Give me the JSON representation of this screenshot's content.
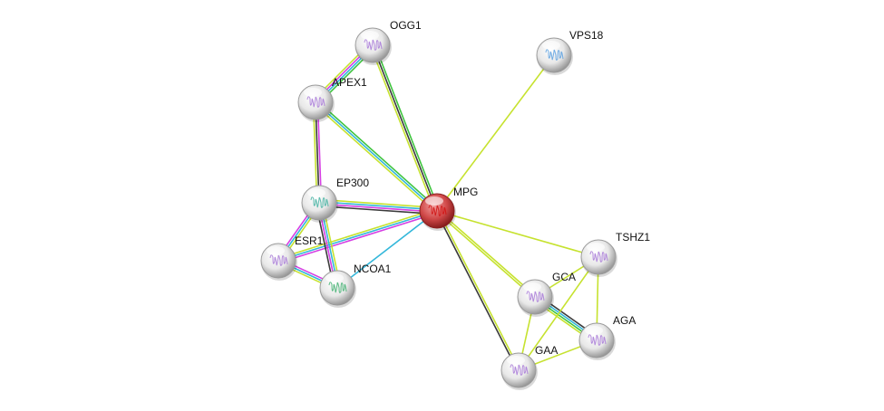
{
  "network": {
    "evidence_colors": {
      "textmining": "#c6e22f",
      "coexpression": "#3b3b3b",
      "experiments": "#d63fe3",
      "databases": "#33b7da",
      "neighborhood": "#3ec43e"
    },
    "nodes": [
      {
        "id": "OGG1",
        "label": "OGG1",
        "color": "#e6e6e6",
        "art": "#a879d8"
      },
      {
        "id": "VPS18",
        "label": "VPS18",
        "color": "#e6e6e6",
        "art": "#5aa0e0"
      },
      {
        "id": "APEX1",
        "label": "APEX1",
        "color": "#e6e6e6",
        "art": "#a879d8"
      },
      {
        "id": "EP300",
        "label": "EP300",
        "color": "#e6e6e6",
        "art": "#40b0a0"
      },
      {
        "id": "MPG",
        "label": "MPG",
        "color": "#c83a3a",
        "art": "#d01010",
        "query": true
      },
      {
        "id": "ESR1",
        "label": "ESR1",
        "color": "#e6e6e6",
        "art": "#a879d8"
      },
      {
        "id": "NCOA1",
        "label": "NCOA1",
        "color": "#e6e6e6",
        "art": "#40b070"
      },
      {
        "id": "TSHZ1",
        "label": "TSHZ1",
        "color": "#e6e6e6",
        "art": "#a879d8"
      },
      {
        "id": "GCA",
        "label": "GCA",
        "color": "#e6e6e6",
        "art": "#a879d8"
      },
      {
        "id": "AGA",
        "label": "AGA",
        "color": "#e6e6e6",
        "art": "#a879d8"
      },
      {
        "id": "GAA",
        "label": "GAA",
        "color": "#e6e6e6",
        "art": "#a879d8"
      }
    ],
    "edges": [
      {
        "from": "OGG1",
        "to": "APEX1",
        "evidence": [
          "neighborhood",
          "databases",
          "experiments",
          "textmining"
        ]
      },
      {
        "from": "OGG1",
        "to": "MPG",
        "evidence": [
          "neighborhood",
          "coexpression",
          "textmining"
        ]
      },
      {
        "from": "APEX1",
        "to": "MPG",
        "evidence": [
          "neighborhood",
          "databases",
          "textmining"
        ]
      },
      {
        "from": "APEX1",
        "to": "EP300",
        "evidence": [
          "experiments",
          "coexpression",
          "textmining"
        ]
      },
      {
        "from": "EP300",
        "to": "MPG",
        "evidence": [
          "textmining",
          "databases",
          "experiments",
          "coexpression"
        ]
      },
      {
        "from": "ESR1",
        "to": "MPG",
        "evidence": [
          "textmining",
          "databases",
          "experiments"
        ]
      },
      {
        "from": "NCOA1",
        "to": "MPG",
        "evidence": [
          "databases"
        ]
      },
      {
        "from": "EP300",
        "to": "ESR1",
        "evidence": [
          "textmining",
          "databases",
          "experiments"
        ]
      },
      {
        "from": "EP300",
        "to": "NCOA1",
        "evidence": [
          "textmining",
          "databases",
          "experiments",
          "coexpression"
        ]
      },
      {
        "from": "ESR1",
        "to": "NCOA1",
        "evidence": [
          "experiments",
          "databases",
          "textmining"
        ]
      },
      {
        "from": "VPS18",
        "to": "MPG",
        "evidence": [
          "textmining"
        ]
      },
      {
        "from": "MPG",
        "to": "TSHZ1",
        "evidence": [
          "textmining"
        ]
      },
      {
        "from": "MPG",
        "to": "GCA",
        "evidence": [
          "textmining",
          "textmining"
        ]
      },
      {
        "from": "MPG",
        "to": "GAA",
        "evidence": [
          "textmining",
          "coexpression"
        ]
      },
      {
        "from": "GCA",
        "to": "AGA",
        "evidence": [
          "coexpression",
          "databases",
          "neighborhood",
          "textmining"
        ]
      },
      {
        "from": "GCA",
        "to": "GAA",
        "evidence": [
          "textmining"
        ]
      },
      {
        "from": "GAA",
        "to": "AGA",
        "evidence": [
          "textmining"
        ]
      },
      {
        "from": "TSHZ1",
        "to": "GCA",
        "evidence": [
          "textmining"
        ]
      },
      {
        "from": "TSHZ1",
        "to": "AGA",
        "evidence": [
          "textmining"
        ]
      },
      {
        "from": "TSHZ1",
        "to": "GAA",
        "evidence": [
          "textmining"
        ]
      }
    ]
  }
}
